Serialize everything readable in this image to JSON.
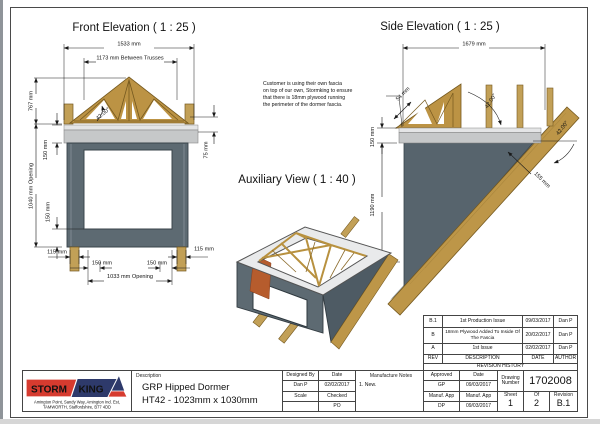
{
  "front": {
    "title": "Front Elevation ( 1 : 25 )",
    "dim_width": "1533 mm",
    "dim_trusses": "1173 mm Between Trusses",
    "angle": "42.00°",
    "dim_height": "767 mm",
    "dim_fascia": "150 mm",
    "dim_opening_h": "1040 mm Opening",
    "dim_bottom": "150 mm",
    "dim_right": "75 mm",
    "dim_post_l": "115 mm",
    "dim_inset_l": "150 mm",
    "dim_inset_r": "150 mm",
    "dim_post_r": "115 mm",
    "dim_opening_w": "1033 mm Opening"
  },
  "side": {
    "title": "Side Elevation ( 1 : 25 )",
    "dim_width": "1679 mm",
    "dim_rafter": "54 mm",
    "angle_truss": "42.00°",
    "dim_fascia": "150 mm",
    "dim_height": "1190 mm",
    "angle_roof": "42.00°",
    "dim_roof": "155 mm",
    "note": "Customer is using their own fascia\non top of our own, Stormking to ensure\nthat there is 18mm plywood running\nthe perimeter of the dormer fascia."
  },
  "aux": {
    "title": "Auxiliary View ( 1 : 40 )"
  },
  "logo": {
    "storm": "STORM",
    "king": "KING",
    "address1": "Amington Point, Sandy Way, Amington Ind. Est,",
    "address2": "TAMWORTH, Staffordshire, B77 4DD"
  },
  "tb": {
    "desc_label": "Description",
    "desc1": "GRP Hipped Dormer",
    "desc2": "HT42 - 1023mm x 1030mm",
    "designed_label": "Designed By",
    "designed": "Dan P",
    "date_label": "Date",
    "date": "02/02/2017",
    "scale_label": "Scale",
    "scale": "",
    "checked_label": "Checked",
    "checked": "PO",
    "notes_label": "Manufacture Notes",
    "notes": "1. New.",
    "approved_label": "Approved",
    "approved": "GP",
    "app_date_label": "Date",
    "app_date": "09/03/2017",
    "manuf_label": "Manuf. App",
    "manuf": "DP",
    "manuf_date_label": "Manuf. App",
    "manuf_date": "09/03/2017",
    "dn_label": "Drawing Number",
    "dn": "1702008",
    "sheet_label": "Sheet",
    "sheet": "1",
    "of_label": "Of",
    "of": "2",
    "rev_label": "Revision",
    "rev": "B.1"
  },
  "rev": {
    "banner": "REVISION HISTORY",
    "headers": [
      "REV",
      "DESCRIPTION",
      "DATE",
      "AUTHOR"
    ],
    "rows": [
      {
        "rev": "B.1",
        "description": "1st Production Issue",
        "date": "09/03/2017",
        "author": "Dan P"
      },
      {
        "rev": "B",
        "description": "18mm Plywood Added To Inside Of The Fascia",
        "date": "20/02/2017",
        "author": "Dan P"
      },
      {
        "rev": "A",
        "description": "1st Issue",
        "date": "02/02/2017",
        "author": "Dan P"
      }
    ]
  },
  "colors": {
    "body_grey": "#5d6a72",
    "cheek_grey": "#4e5b64",
    "fascia_grey": "#c9cbcc",
    "wood_tan": "#bc9344",
    "panel_orange": "#b65c2d",
    "logo_red": "#d63b2f",
    "logo_navy": "#2e3a6b"
  }
}
